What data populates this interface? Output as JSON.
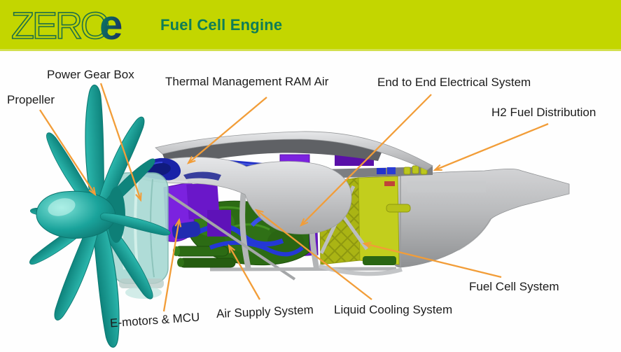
{
  "header": {
    "logo_zero": "ZERO",
    "logo_e": "e",
    "title": "Fuel Cell Engine",
    "colors": {
      "background": "#c3d600",
      "title_text": "#0e7d57",
      "logo_outline": "#1d6f48"
    }
  },
  "diagram": {
    "arrow_color": "#f29d38",
    "label_color": "#1b1b1b",
    "labels": {
      "propeller": "Propeller",
      "power_gear_box": "Power Gear Box",
      "thermal_management": "Thermal Management RAM Air",
      "electrical_system": "End to End Electrical System",
      "h2_fuel_distribution": "H2 Fuel Distribution",
      "fuel_cell_system": "Fuel Cell System",
      "liquid_cooling": "Liquid Cooling System",
      "air_supply": "Air Supply System",
      "e_motors_mcu": "E-motors & MCU"
    },
    "part_colors": {
      "propeller": "#17a39c",
      "gearbox": "#a9dad4",
      "nacelle": "#b9babc",
      "electrical": "#6a17c9",
      "motors": "#2c6b14",
      "cooling_pipes": "#2438d6",
      "fuel_cell": "#b4bf12"
    }
  }
}
